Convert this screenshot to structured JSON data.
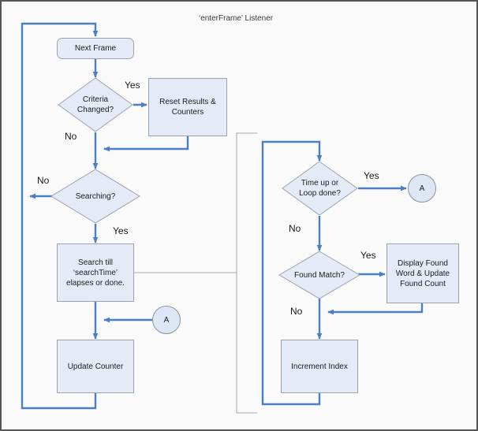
{
  "diagram": {
    "title": "‘enterFrame’ Listener",
    "colors": {
      "flow_line": "#4a7fc1",
      "shape_fill": "#e4ebf7",
      "shape_stroke": "#9aa3ad",
      "group_stroke": "#a8a8a8",
      "canvas_bg": "#fafafa",
      "outer_border": "#555555",
      "text": "#1a1a1a"
    },
    "nodes": {
      "next_frame": {
        "label": "Next Frame",
        "type": "card"
      },
      "criteria_changed": {
        "label": "Criteria\nChanged?",
        "type": "decision"
      },
      "reset_results": {
        "label": "Reset Results &\nCounters",
        "type": "process"
      },
      "searching": {
        "label": "Searching?",
        "type": "decision"
      },
      "search_till": {
        "label": "Search till\n‘searchTime’\nelapses or done.",
        "type": "process"
      },
      "connector_a_left": {
        "label": "A",
        "type": "connector"
      },
      "update_counter": {
        "label": "Update Counter",
        "type": "process"
      },
      "time_up": {
        "label": "Time up or\nLoop done?",
        "type": "decision"
      },
      "connector_a_right": {
        "label": "A",
        "type": "connector"
      },
      "found_match": {
        "label": "Found Match?",
        "type": "decision"
      },
      "display_found": {
        "label": "Display Found\nWord & Update\nFound Count",
        "type": "process"
      },
      "increment_index": {
        "label": "Increment Index",
        "type": "process"
      }
    },
    "edge_labels": {
      "criteria_yes": "Yes",
      "criteria_no": "No",
      "searching_no": "No",
      "searching_yes": "Yes",
      "timeup_yes": "Yes",
      "timeup_no": "No",
      "match_yes": "Yes",
      "match_no": "No"
    }
  }
}
